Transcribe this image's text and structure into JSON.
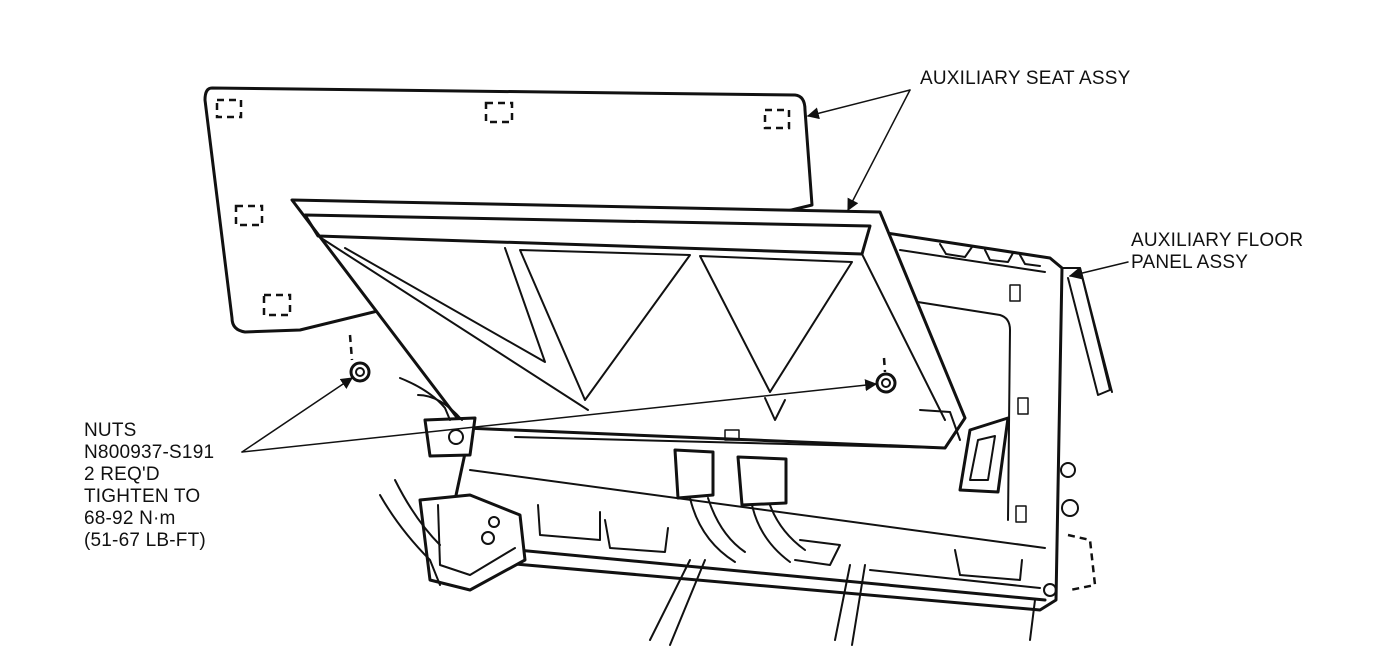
{
  "labels": {
    "seat_assy": "AUXILIARY SEAT ASSY",
    "floor_panel": [
      "AUXILIARY FLOOR",
      "PANEL ASSY"
    ],
    "nuts": [
      "NUTS",
      "N800937-S191",
      "2 REQ'D",
      "TIGHTEN TO",
      "68-92 N·m",
      "(51-67 LB-FT)"
    ]
  }
}
